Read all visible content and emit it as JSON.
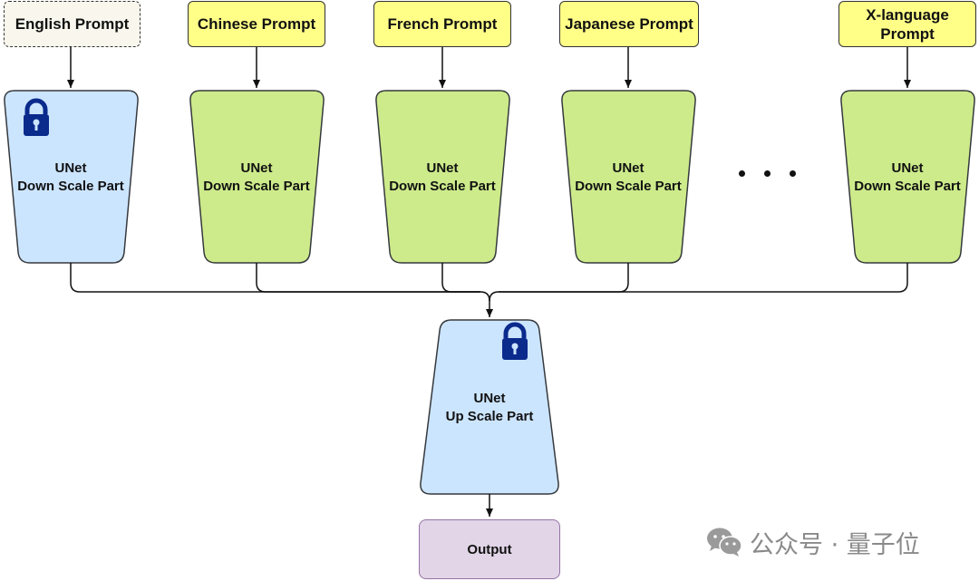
{
  "prompts": {
    "english": "English Prompt",
    "chinese": "Chinese Prompt",
    "french": "French Prompt",
    "japanese": "Japanese Prompt",
    "x_language": [
      "X-language",
      "Prompt"
    ]
  },
  "unet_down": [
    "UNet",
    "Down Scale Part"
  ],
  "unet_up": [
    "UNet",
    "Up Scale Part"
  ],
  "output": "Output",
  "ellipsis": "...",
  "watermark": "公众号 · 量子位",
  "colors": {
    "frozen_fill": "#cce5ff",
    "frozen_stroke": "#36393d",
    "trainable_fill": "#cdeb8b",
    "trainable_stroke": "#36393d",
    "lock_icon": "#0a2a8c",
    "prompt_fill": "#ffff88",
    "english_prompt_fill": "#f9f7ed",
    "output_fill": "#e1d5e7",
    "output_stroke": "#9673a6"
  },
  "icons": [
    "lock-icon",
    "wechat-icon"
  ]
}
